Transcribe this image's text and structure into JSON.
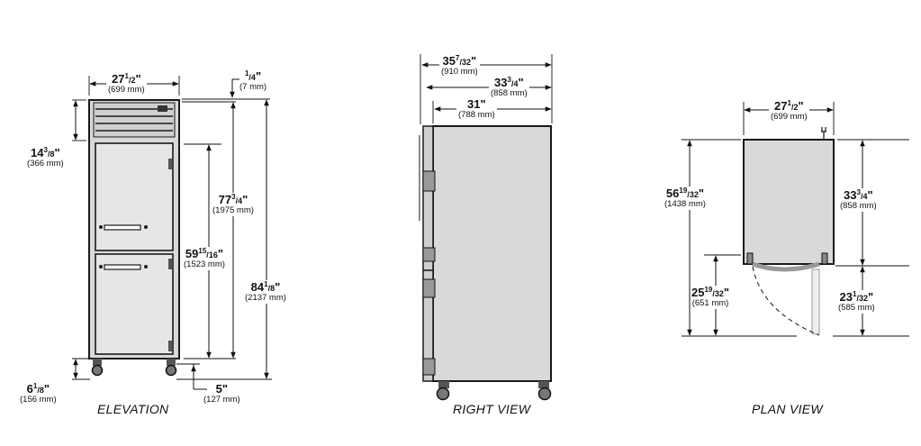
{
  "views": {
    "elevation": {
      "label": "ELEVATION"
    },
    "right": {
      "label": "RIGHT VIEW"
    },
    "plan": {
      "label": "PLAN VIEW"
    }
  },
  "dimensions": {
    "elev_width": {
      "whole": "27",
      "num": "1",
      "den": "2",
      "unit": "\"",
      "mm": "(699 mm)"
    },
    "elev_top_offset": {
      "whole": "",
      "num": "1",
      "den": "4",
      "unit": "\"",
      "mm": "(7 mm)"
    },
    "elev_top_section": {
      "whole": "14",
      "num": "3",
      "den": "8",
      "unit": "\"",
      "mm": "(366 mm)"
    },
    "elev_body_height": {
      "whole": "77",
      "num": "3",
      "den": "4",
      "unit": "\"",
      "mm": "(1975 mm)"
    },
    "elev_door_height": {
      "whole": "59",
      "num": "15",
      "den": "16",
      "unit": "\"",
      "mm": "(1523 mm)"
    },
    "elev_total_height": {
      "whole": "84",
      "num": "1",
      "den": "8",
      "unit": "\"",
      "mm": "(2137 mm)"
    },
    "elev_caster": {
      "whole": "6",
      "num": "1",
      "den": "8",
      "unit": "\"",
      "mm": "(156 mm)"
    },
    "elev_floor_gap": {
      "whole": "5",
      "num": "",
      "den": "",
      "unit": "\"",
      "mm": "(127 mm)"
    },
    "right_overall": {
      "whole": "35",
      "num": "7",
      "den": "32",
      "unit": "\"",
      "mm": "(910 mm)"
    },
    "right_body": {
      "whole": "33",
      "num": "3",
      "den": "4",
      "unit": "\"",
      "mm": "(858 mm)"
    },
    "right_cabinet": {
      "whole": "31",
      "num": "",
      "den": "",
      "unit": "\"",
      "mm": "(788 mm)"
    },
    "plan_width": {
      "whole": "27",
      "num": "1",
      "den": "2",
      "unit": "\"",
      "mm": "(699 mm)"
    },
    "plan_total_depth": {
      "whole": "56",
      "num": "19",
      "den": "32",
      "unit": "\"",
      "mm": "(1438 mm)"
    },
    "plan_door_swing": {
      "whole": "25",
      "num": "19",
      "den": "32",
      "unit": "\"",
      "mm": "(651 mm)"
    },
    "plan_cabinet_depth": {
      "whole": "33",
      "num": "3",
      "den": "4",
      "unit": "\"",
      "mm": "(858 mm)"
    },
    "plan_door_depth": {
      "whole": "23",
      "num": "1",
      "den": "32",
      "unit": "\"",
      "mm": "(585 mm)"
    }
  },
  "colors": {
    "line": "#1a1a1a",
    "cabinet_fill": "#d9d9d9",
    "door_fill": "#e6e6e6",
    "dark": "#555555"
  }
}
